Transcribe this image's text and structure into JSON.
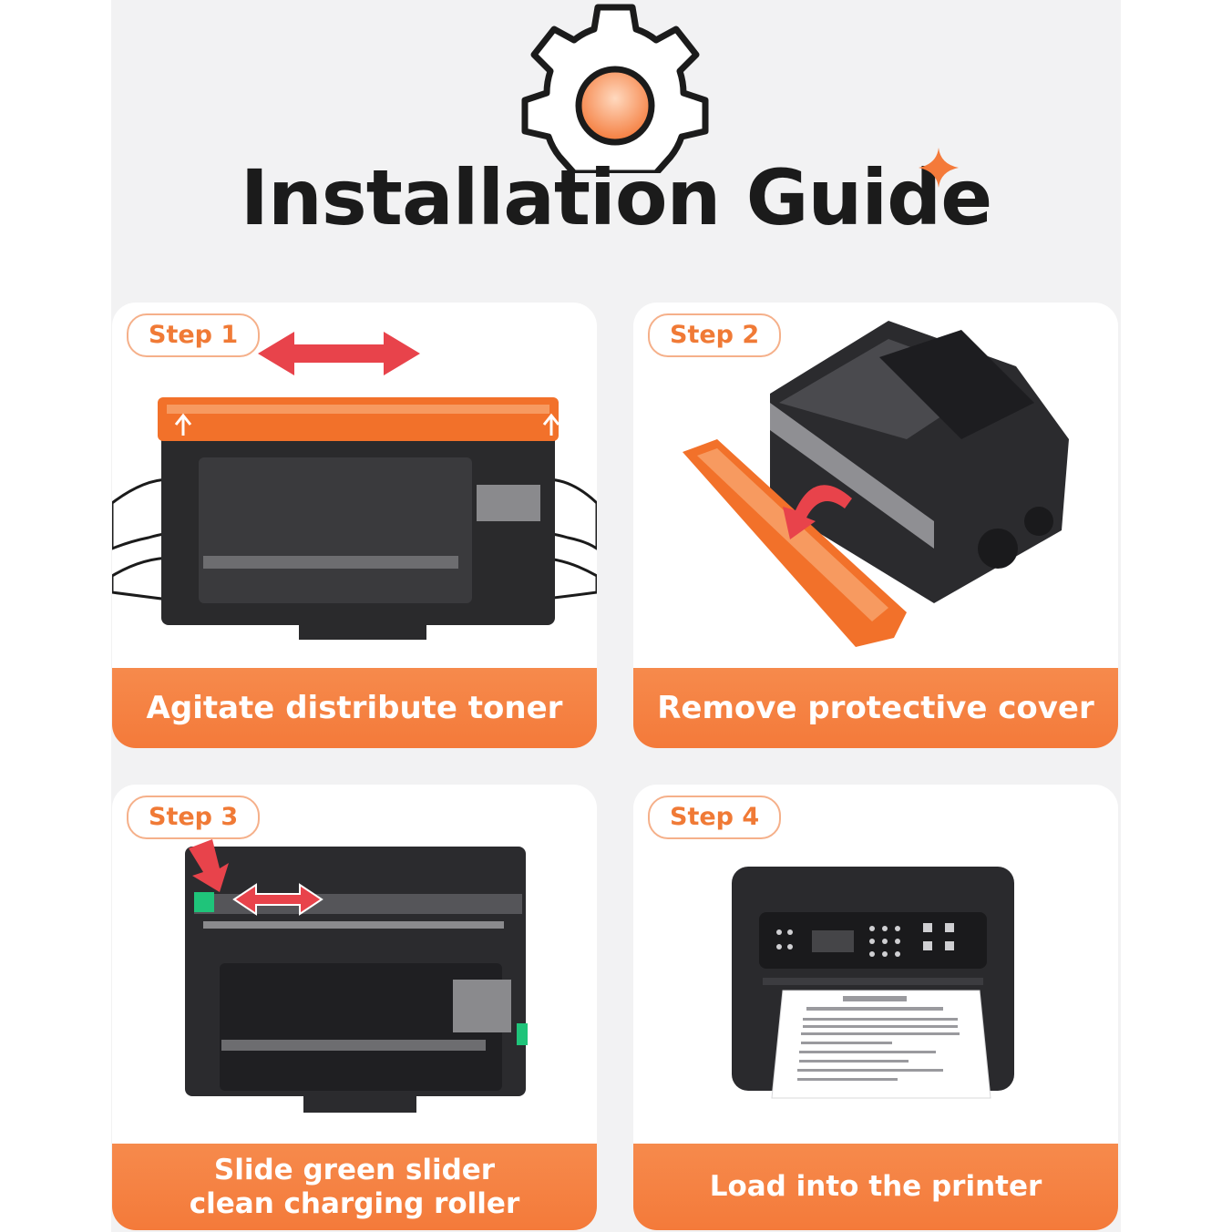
{
  "header": {
    "title": "Installation Guide",
    "gear_icon": "gear-icon",
    "sparkle_icon": "sparkle-icon"
  },
  "steps": [
    {
      "label": "Step 1",
      "caption_lines": [
        "Agitate distribute toner"
      ],
      "illustration": "toner-cartridge-shake"
    },
    {
      "label": "Step 2",
      "caption_lines": [
        "Remove protective cover"
      ],
      "illustration": "toner-cover-removal"
    },
    {
      "label": "Step 3",
      "caption_lines": [
        "Slide green slider",
        "clean charging roller"
      ],
      "illustration": "drum-unit-slider"
    },
    {
      "label": "Step 4",
      "caption_lines": [
        "Load into the printer"
      ],
      "illustration": "laser-printer"
    }
  ],
  "colors": {
    "accent": "#f47a3a",
    "panel_bg": "#f2f2f3",
    "title_text": "#1b1b1b",
    "arrow_red": "#e8434b",
    "cover_orange": "#f2712a",
    "slider_green": "#1fc47a"
  }
}
